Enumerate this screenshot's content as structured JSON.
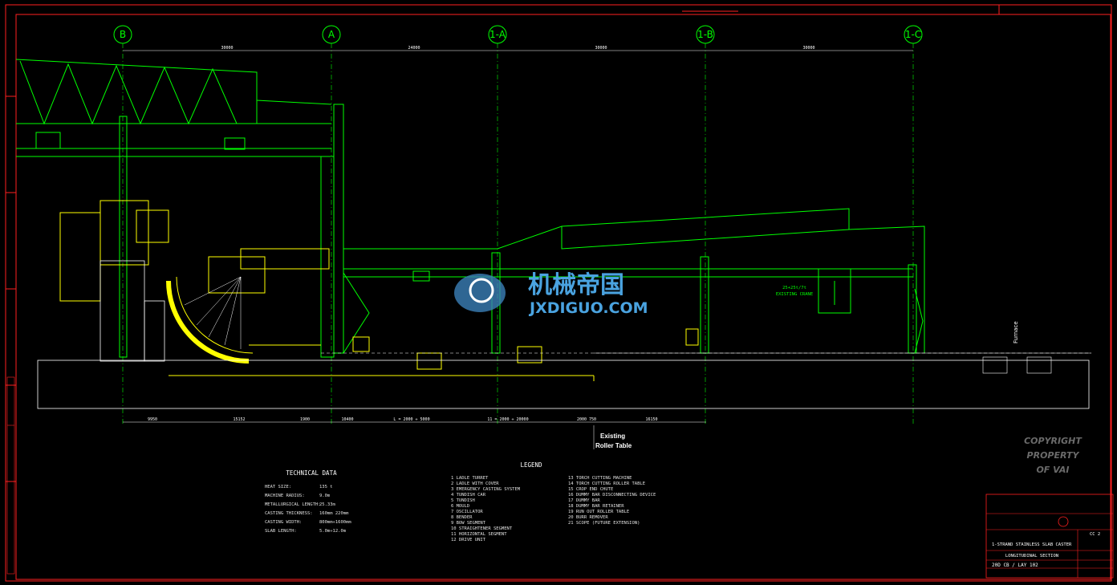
{
  "colors": {
    "background": "#000000",
    "frame": "#ff2020",
    "structure": "#00ff00",
    "equipment": "#ffff00",
    "text": "#ffffff",
    "watermark": "#4aa3e0",
    "copyright": "#6a6a6a"
  },
  "grid_axes": [
    "B",
    "A",
    "1-A",
    "1-B",
    "1-C"
  ],
  "top_dimensions": [
    "30000",
    "24000",
    "30000",
    "30000"
  ],
  "bottom_dimensions": [
    "9950",
    "15152",
    "1900",
    "10400",
    "L = 2000 ÷ 5000",
    "11 = 2000 ÷ 20000",
    "2000 750",
    "16150"
  ],
  "existing_roller_table": [
    "Existing",
    "Roller Table"
  ],
  "existing_crane": [
    "25+25t/7t",
    "EXISTING CRANE"
  ],
  "furnace_label": "Furnace",
  "watermark": {
    "chinese": "机械帝国",
    "latin": "JXDIGUO.COM"
  },
  "copyright": [
    "COPYRIGHT",
    "PROPERTY",
    "OF VAI"
  ],
  "technical_data": {
    "title": "TECHNICAL DATA",
    "rows": [
      {
        "label": "HEAT SIZE:",
        "value": "135 t"
      },
      {
        "label": "MACHINE RADIUS:",
        "value": "9.0m"
      },
      {
        "label": "METALLURGICAL LENGTH:",
        "value": "25.33m"
      },
      {
        "label": "CASTING THICKNESS:",
        "value": "160mm  220mm"
      },
      {
        "label": "CASTING WIDTH:",
        "value": "800mm÷1600mm"
      },
      {
        "label": "SLAB LENGTH:",
        "value": "5.0m÷12.0m"
      }
    ]
  },
  "legend": {
    "title": "LEGEND",
    "items_left": [
      "1   LADLE TURRET",
      "2   LADLE WITH COVER",
      "3   EMERGENCY CASTING SYSTEM",
      "4   TUNDISH CAR",
      "5   TUNDISH",
      "6   MOULD",
      "7   OSCILLATOR",
      "8   BENDER",
      "9   BOW SEGMENT",
      "10  STRAIGHTENER SEGMENT",
      "11  HORIZONTAL SEGMENT",
      "12  DRIVE UNIT"
    ],
    "items_right": [
      "13  TORCH CUTTING MACHINE",
      "14  TORCH CUTTING ROLLER TABLE",
      "15  CROP END CHUTE",
      "16  DUMMY BAR DISCONNECTING DEVICE",
      "17  DUMMY BAR",
      "18  DUMMY BAR RETAINER",
      "19  RUN OUT ROLLER TABLE",
      "20  BURR REMOVER",
      "21  SCOPE (FUTURE EXTENSION)"
    ]
  },
  "title_block": {
    "caster_title": "1-STRAND STAINLESS SLAB CASTER",
    "section": "LONGITUDINAL SECTION",
    "drawing_no": "20D CB / LAY 102",
    "sheet": "CC 2"
  }
}
